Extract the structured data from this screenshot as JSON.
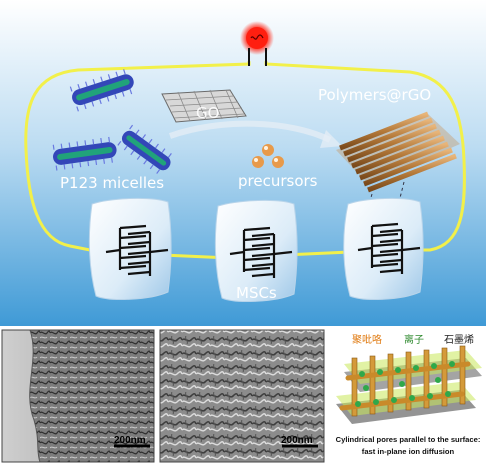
{
  "labels": {
    "go": "GO",
    "polymers_rgo": "Polymers@rGO",
    "p123": "P123 micelles",
    "precursors": "precursors",
    "mscs": "MSCs"
  },
  "tem": {
    "scale_left": "200nm",
    "scale_middle": "200nm"
  },
  "schematic": {
    "legend_polypyrrole": "聚吡咯",
    "legend_ion": "离子",
    "legend_graphene": "石墨烯",
    "caption_line1": "Cylindrical pores parallel to the surface:",
    "caption_line2": "fast in-plane ion diffusion"
  },
  "colors": {
    "sky_top": "#ffffff",
    "sky_bottom": "#3f9ad6",
    "circuit": "#f2f04a",
    "bulb": "#ff2a1a",
    "polypyrrole_label": "#e07a10",
    "ion_label": "#2f8a2f",
    "graphene_label": "#222222",
    "rod": "#b57a3a",
    "micelle": "#3347b8"
  }
}
